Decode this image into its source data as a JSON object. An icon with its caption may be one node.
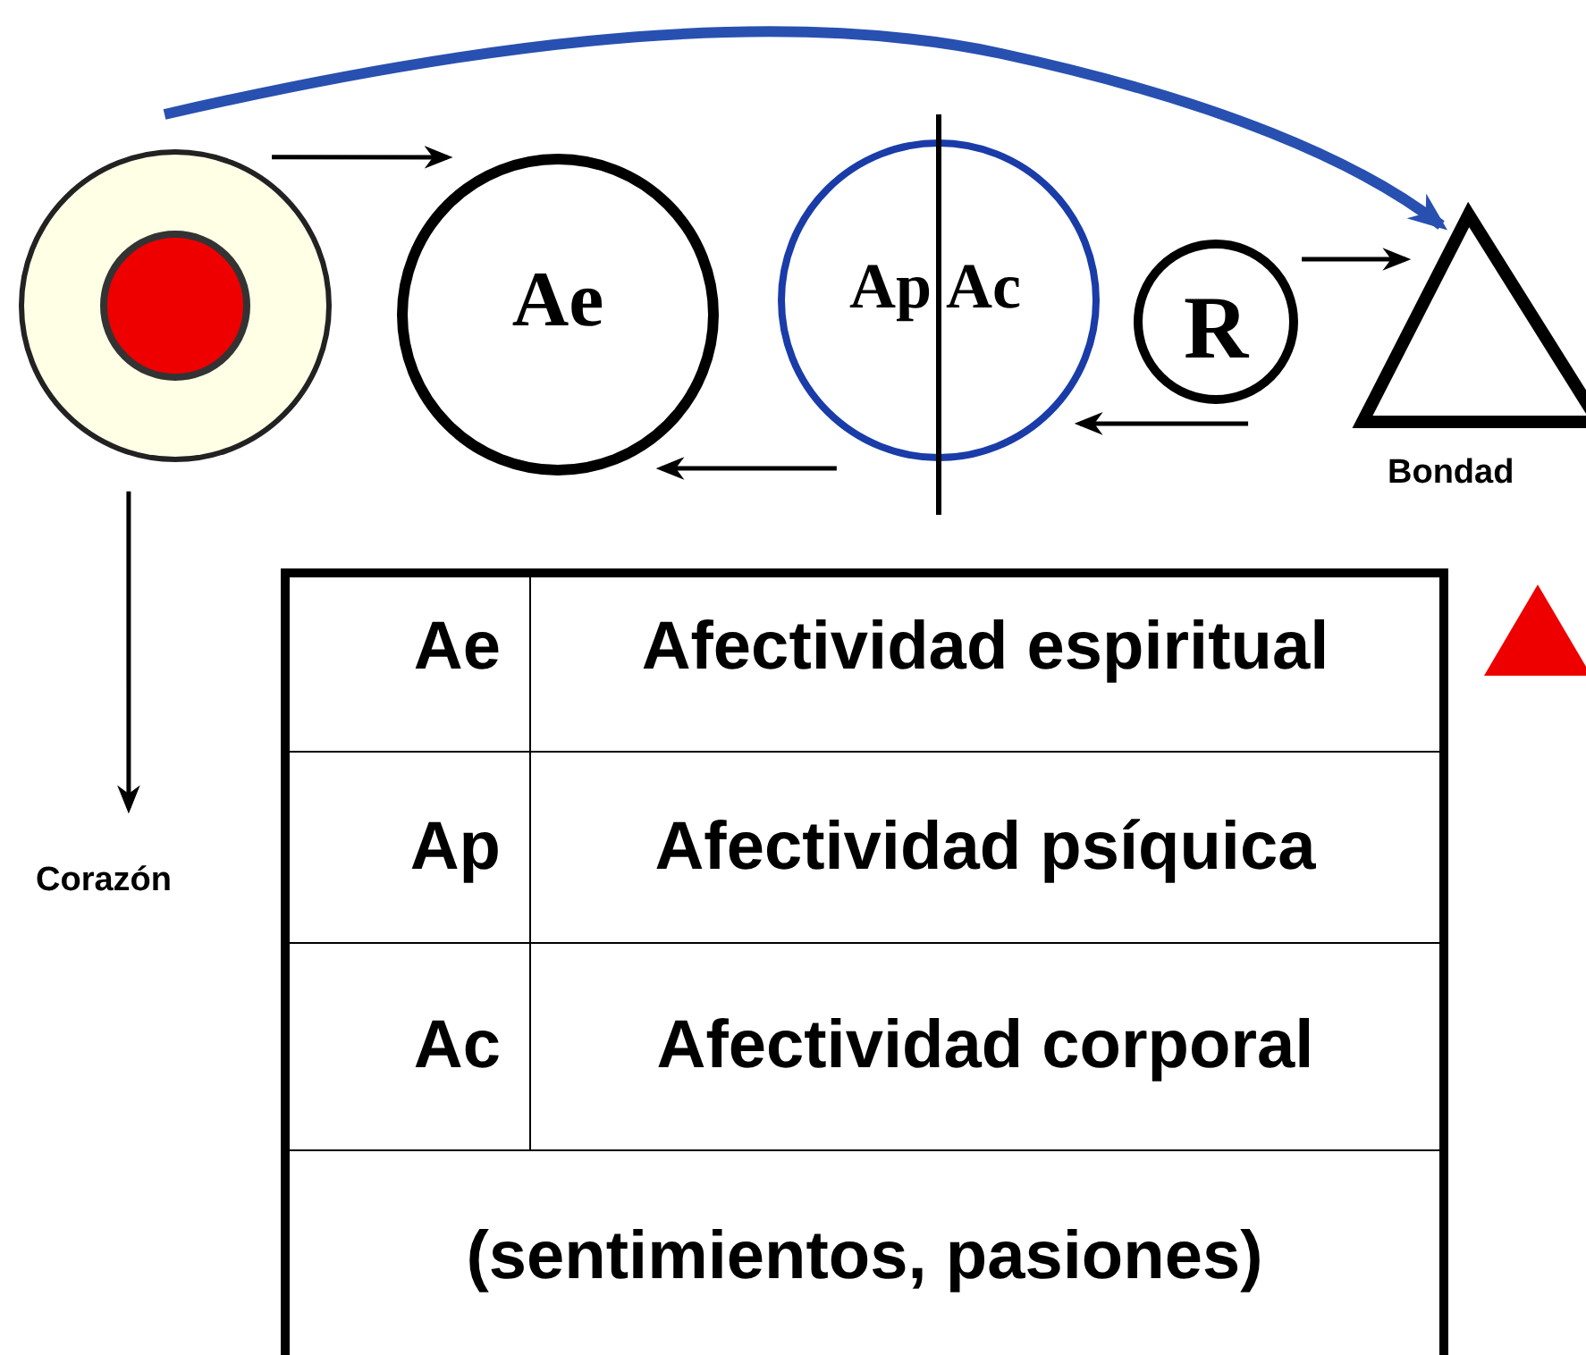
{
  "diagram": {
    "nodes": [
      {
        "text": [],
        "shape": "circle"
      },
      {
        "text": [
          "Ae"
        ]
      },
      {
        "text": [
          "Ap",
          "Ac"
        ]
      },
      {
        "text": [
          "R"
        ]
      },
      {
        "text": [],
        "shape": "triangle",
        "beside": [
          "Bondad"
        ]
      },
      {
        "text": [
          "Corazón"
        ]
      }
    ],
    "edges": [
      {
        "from": 0,
        "to": 1,
        "arrow": "to"
      },
      {
        "from": 0,
        "to": 4,
        "arrow": "to",
        "style": "thick",
        "color": "#2850b0"
      },
      {
        "from": 3,
        "to": 4,
        "arrow": "to"
      },
      {
        "from": 3,
        "to": 2,
        "arrow": "to"
      },
      {
        "from": 2,
        "to": 1,
        "arrow": "to"
      },
      {
        "from": 0,
        "to": 5,
        "arrow": "to"
      }
    ],
    "labels": [
      "Ae",
      "Afectividad espiritual",
      "Ap",
      "Afectividad psíquica",
      "Ac",
      "Afectividad corporal",
      "(sentimientos, pasiones)"
    ]
  }
}
